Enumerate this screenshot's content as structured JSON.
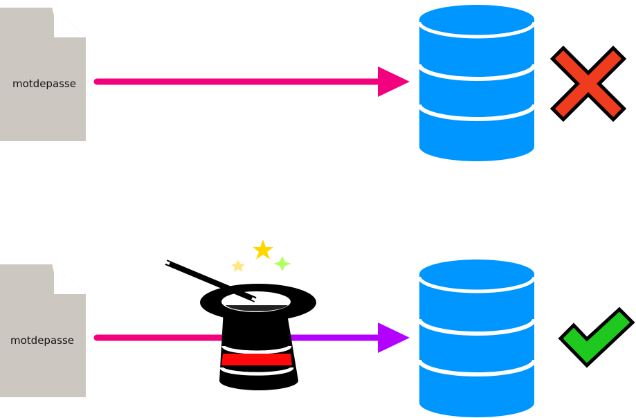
{
  "colors": {
    "document": "#cdc7c1",
    "document_fold": "#ffffff",
    "plain_arrow": "#f2007d",
    "hashed_arrow": "#b400ff",
    "database": "#0096ff",
    "database_band": "#ffffff",
    "reject_mark": "#f03c1e",
    "accept_mark": "#1ec81e",
    "mark_outline": "#000000",
    "hat": "#000000",
    "hat_band": "#ff0a0a",
    "hat_rim_inner": "#ffffff",
    "wand": "#000000",
    "star_gold": "#ffd700",
    "star_pale_yellow": "#ffe680",
    "star_green": "#b4ff64"
  },
  "icons": {
    "document": "document-icon",
    "database": "database-icon",
    "reject": "cross-icon",
    "accept": "check-icon",
    "magic": "magic-hat-icon"
  },
  "rows": [
    {
      "id": "plain",
      "document_label": "motdepasse",
      "transform": "none",
      "result": "rejected"
    },
    {
      "id": "hashed",
      "document_label": "motdepasse",
      "transform": "magic",
      "result": "accepted"
    }
  ]
}
